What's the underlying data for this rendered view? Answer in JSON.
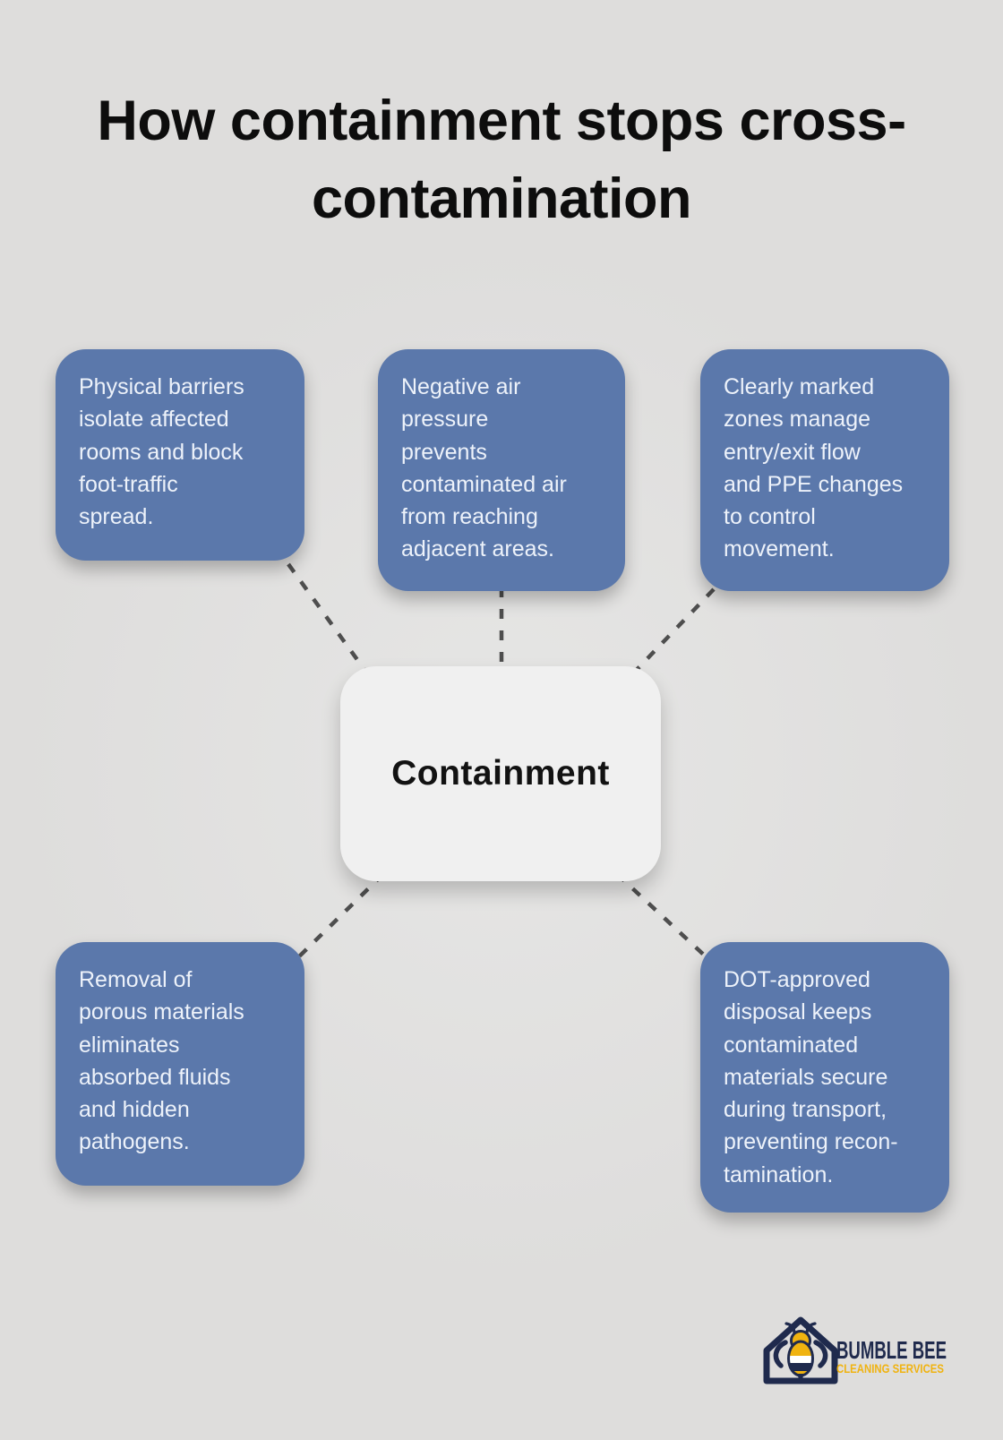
{
  "title": "How containment stops cross-\ncontamination",
  "center": {
    "label": "Containment"
  },
  "nodes": [
    {
      "id": "physical-barriers",
      "text": "Physical barriers\nisolate affected\nrooms and block\nfoot-traffic\nspread."
    },
    {
      "id": "negative-air-pressure",
      "text": "Negative air\npressure\nprevents\ncontaminated air\nfrom reaching\nadjacent areas."
    },
    {
      "id": "marked-zones",
      "text": "Clearly marked\nzones manage\nentry/exit flow\nand PPE changes\nto control\nmovement."
    },
    {
      "id": "porous-material-removal",
      "text": "Removal of\nporous materials\neliminates\nabsorbed fluids\nand hidden\npathogens."
    },
    {
      "id": "dot-approved-disposal",
      "text": "DOT-approved\ndisposal keeps\ncontaminated\nmaterials secure\nduring transport,\npreventing recon-\ntamination."
    }
  ],
  "logo": {
    "brand": "BUMBLE BEE",
    "tagline": "CLEANING SERVICES"
  },
  "colors": {
    "background": "#dedddc",
    "node_blue": "#5b78ab",
    "node_text": "#edf2fa",
    "center_bg": "#f0f0f0",
    "title_text": "#0d0d0d",
    "connector_gray": "#4e4e4e",
    "logo_navy": "#1f2a4d",
    "logo_yellow": "#f0b310"
  }
}
